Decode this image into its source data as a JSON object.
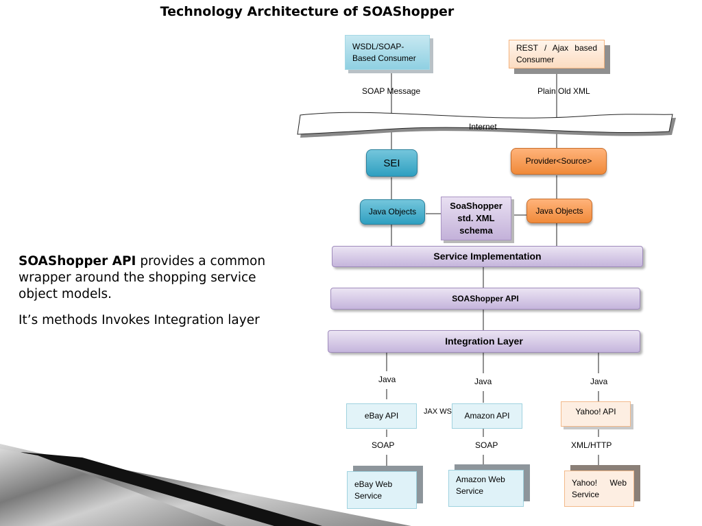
{
  "title": "Technology Architecture of SOAShopper",
  "description": {
    "p1_bold": "SOAShopper API",
    "p1_rest": " provides a common wrapper around the shopping service object models.",
    "p2": "It’s methods Invokes Integration layer"
  },
  "consumers": {
    "wsdl": "WSDL/SOAP-Based Consumer",
    "rest": "REST / Ajax based Consumer"
  },
  "protocols": {
    "soap_message": "SOAP Message",
    "plain_xml": "Plain Old XML"
  },
  "internet": "Internet",
  "endpoints": {
    "sei": "SEI",
    "provider": "Provider<Source>"
  },
  "objects": {
    "java_left": "Java Objects",
    "java_right": "Java Objects",
    "schema": "SoaShopper std. XML schema"
  },
  "layers": {
    "service_impl": "Service Implementation",
    "api": "SOAShopper API",
    "integration": "Integration Layer"
  },
  "connectors": {
    "java": "Java",
    "jax_ws": "JAX WS",
    "soap": "SOAP",
    "xml_http": "XML/HTTP"
  },
  "apis": {
    "ebay": "eBay API",
    "amazon": "Amazon API",
    "yahoo": "Yahoo! API"
  },
  "web_services": {
    "ebay": "eBay Web Service",
    "amazon": "Amazon Web Service",
    "yahoo": "Yahoo! Web Service"
  }
}
